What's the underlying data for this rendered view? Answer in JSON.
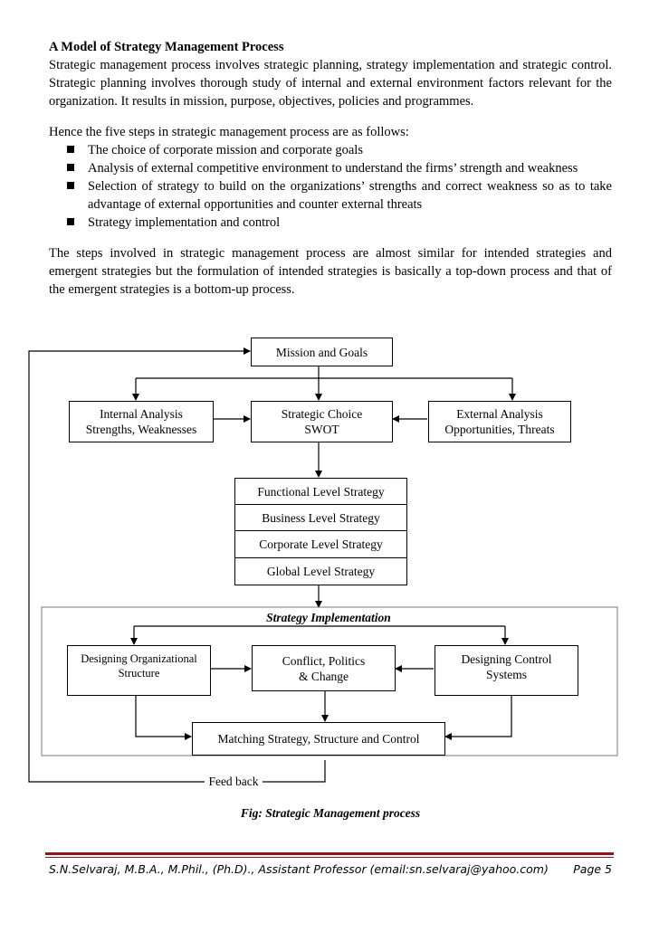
{
  "heading": "A Model of Strategy Management Process",
  "intro_paragraph": "Strategic management process involves strategic planning, strategy implementation and strategic control.  Strategic planning involves thorough study of internal and external environment factors relevant for the organization. It results in mission, purpose, objectives, policies and programmes.",
  "steps_intro": "Hence the five steps in strategic management process are as follows:",
  "steps": [
    "The choice of corporate mission and corporate goals",
    "Analysis of external competitive environment to understand the firms’ strength and weakness",
    "Selection of strategy to build on the organizations’ strengths and correct weakness so as to take advantage of external opportunities and counter external threats",
    "Strategy implementation and control"
  ],
  "closing_paragraph": "The steps involved in strategic management process are almost similar for intended strategies and emergent strategies but the formulation of intended strategies is basically a top-down process and that of the emergent strategies is a bottom-up process.",
  "diagram": {
    "mission": "Mission and Goals",
    "internal": [
      "Internal Analysis",
      "Strengths, Weaknesses"
    ],
    "choice": [
      "Strategic Choice",
      "SWOT"
    ],
    "external": [
      "External Analysis",
      "Opportunities, Threats"
    ],
    "levels": [
      "Functional Level Strategy",
      "Business Level Strategy",
      "Corporate Level Strategy",
      "Global Level Strategy"
    ],
    "implementation_title": "Strategy Implementation",
    "org_structure": [
      "Designing Organizational",
      "Structure"
    ],
    "conflict": [
      "Conflict, Politics",
      "& Change"
    ],
    "control": [
      "Designing Control",
      "Systems"
    ],
    "matching": "Matching Strategy, Structure and Control",
    "feedback": "Feed back"
  },
  "caption": "Fig: Strategic Management process",
  "footer": {
    "author": "S.N.Selvaraj, M.B.A., M.Phil., (Ph.D)., Assistant Professor (email:sn.selvaraj@yahoo.com)",
    "page": "Page 5"
  }
}
